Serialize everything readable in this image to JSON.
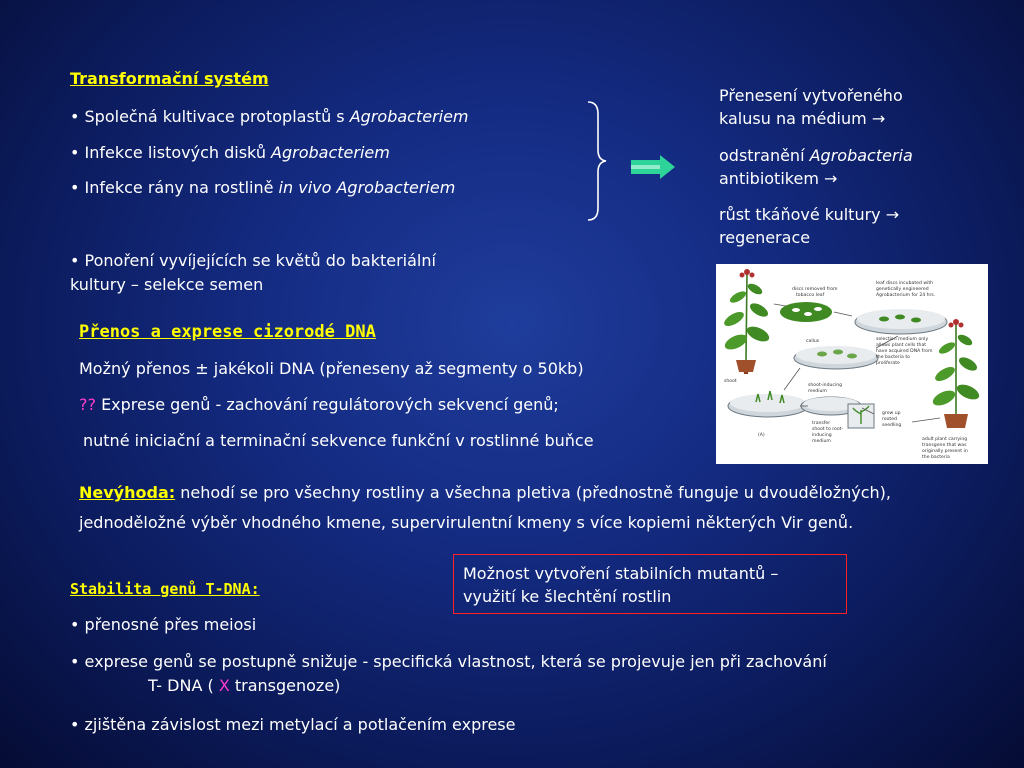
{
  "transformation": {
    "title": "Transformační systém",
    "item1_prefix": "• Společná kultivace protoplastů s ",
    "item1_italic": "Agrobacteriem",
    "item2_prefix": "• Infekce listových disků ",
    "item2_italic": "Agrobacteriem",
    "item3_prefix": "• Infekce rány na rostlině ",
    "item3_italic": "in vivo Agrobacteriem",
    "item4_line1": "• Ponoření vyvíjejících se květů do bakteriální",
    "item4_line2": "kultury – selekce semen"
  },
  "steps": {
    "step1_line1": "Přenesení vytvořeného",
    "step1_line2": "kalusu na médium →",
    "step2_prefix": "odstranění ",
    "step2_italic": "Agrobacteria",
    "step2_line2": "antibiotikem →",
    "step3_line1": "růst tkáňové kultury →",
    "step3_line2": "regenerace"
  },
  "transfer": {
    "title": "Přenos a exprese cizorodé DNA",
    "line1": "Možný přenos ± jakékoli DNA  (přeneseny až segmenty o 50kb)",
    "line2_mark": "??",
    "line2_text": " Exprese genů  - zachování regulátorových sekvencí genů;",
    "line3": "nutné iniciační a terminační sekvence funkční v rostlinné buňce"
  },
  "drawback": {
    "label": "Nevýhoda:",
    "line1_text": " nehodí se pro všechny rostliny a všechna pletiva (přednostně funguje u dvouděložných),",
    "line2": "jednoděložné výběr vhodného kmene,  supervirulentní kmeny   s více kopiemi některých Vir genů."
  },
  "mutants_box": {
    "line1": "Možnost  vytvoření stabilních mutantů –",
    "line2": "využití ke šlechtění rostlin"
  },
  "stability": {
    "title": "Stabilita genů T-DNA:",
    "item1": "• přenosné přes meiosi",
    "item2_line1": "• exprese genů se postupně snižuje - specifická vlastnost, která se projevuje jen při zachování",
    "item2_line2_a": "T- DNA ( ",
    "item2_line2_x": "X",
    "item2_line2_b": " transgenoze)",
    "item3": "• zjištěna závislost mezi metylací a potlačením exprese"
  },
  "figure_labels": {
    "discs": "discs removed from",
    "discs2": "tobacco leaf",
    "incubated": "leaf discs incubated with",
    "incubated2": "genetically engineered",
    "incubated3": "Agrobacterium for 24 hrs.",
    "callus": "callus",
    "selection": "selection medium only",
    "selection2": "allows plant cells that",
    "selection3": "have acquired DNA from",
    "selection4": "the bacteria to",
    "selection5": "proliferate",
    "shoot": "shoot",
    "shoot_med": "shoot-inducing",
    "shoot_med2": "medium",
    "transfer": "transfer",
    "transfer2": "shoot to root-",
    "transfer3": "inducing",
    "transfer4": "medium",
    "growup": "grow up",
    "growup2": "rooted",
    "growup3": "seedling",
    "panel": "(A)",
    "adult": "adult plant carrying",
    "adult2": "transgene that was",
    "adult3": "originally present in",
    "adult4": "the bacteria"
  },
  "colors": {
    "background": "#142b82",
    "title_yellow": "#ffff00",
    "arrow_green": "#2ed39a",
    "box_border": "#ff2020",
    "magenta": "#ff3cd2"
  }
}
